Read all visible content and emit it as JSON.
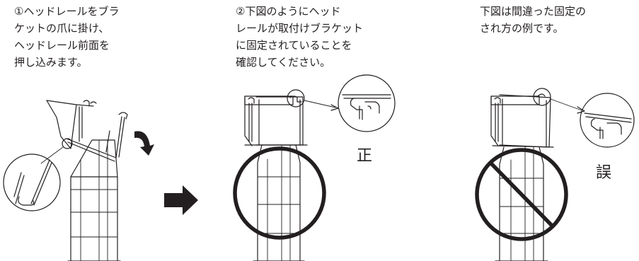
{
  "step1": {
    "lines": [
      "①ヘッドレールをブラ",
      "ケットの爪に掛け、",
      "ヘッドレール前面を",
      "押し込みます。"
    ]
  },
  "step2": {
    "lines": [
      "②下図のようにヘッド",
      "レールが取付けブラケット",
      "に固定されていることを",
      "確認してください。"
    ],
    "mark": "正"
  },
  "step3": {
    "lines": [
      "下図は間違った固定の",
      "され方の例です。"
    ],
    "mark": "誤"
  },
  "icons": [
    "rotate-arrow-icon",
    "next-step-arrow-icon",
    "correct-circle-icon",
    "prohibited-icon"
  ],
  "colors": {
    "ink": "#231f20",
    "background": "#ffffff"
  }
}
